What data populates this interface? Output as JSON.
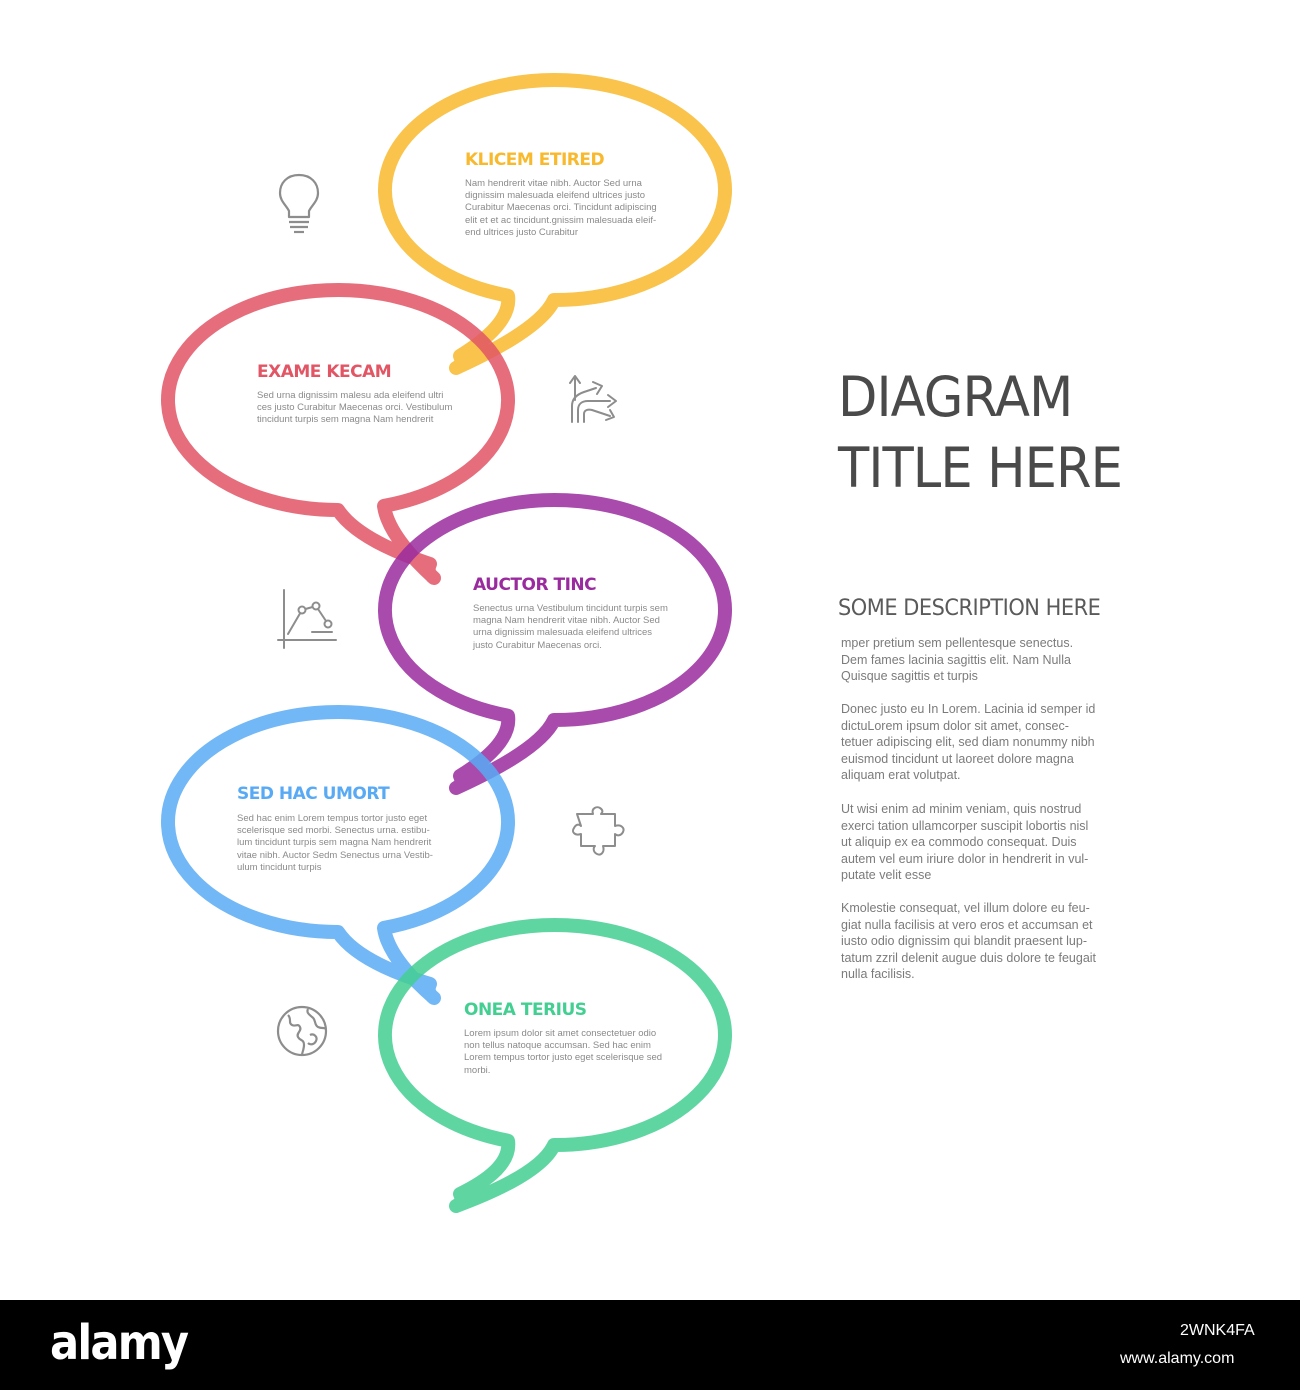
{
  "title": "DIAGRAM\nTITLE HERE",
  "description": {
    "heading": "SOME DESCRIPTION HERE",
    "paragraphs": [
      "mper pretium sem pellentesque senectus.\nDem fames lacinia sagittis elit. Nam Nulla\nQuisque sagittis et turpis",
      "Donec justo eu In Lorem. Lacinia id semper id\ndictuLorem ipsum dolor sit amet, consec-\ntetuer adipiscing elit, sed diam nonummy nibh\neuismod tincidunt ut laoreet dolore magna\naliquam erat volutpat.",
      "Ut wisi enim ad minim veniam, quis nostrud\nexerci tation ullamcorper suscipit lobortis nisl\nut aliquip ex ea commodo consequat. Duis\nautem vel eum iriure dolor in hendrerit in vul-\nputate velit esse",
      "Kmolestie consequat, vel illum dolore eu feu-\ngiat nulla facilisis at vero eros et accumsan et\niusto odio dignissim qui blandit praesent lup-\ntatum zzril delenit augue duis dolore te feugait\nnulla facilisis."
    ]
  },
  "steps": [
    {
      "title": "KLICEM ETIRED",
      "color": "#f8b92d",
      "icon": "lightbulb-icon",
      "text": "Nam hendrerit vitae nibh. Auctor Sed urna\ndignissim malesuada eleifend ultrices justo\nCurabitur Maecenas orci. Tincidunt adipiscing\nelit et et ac tincidunt.gnissim malesuada eleif-\nend ultrices justo Curabitur"
    },
    {
      "title": "EXAME KECAM",
      "color": "#e25565",
      "icon": "arrows-split-icon",
      "text": "Sed urna dignissim malesu ada eleifend ultri\nces justo Curabitur Maecenas orci. Vestibulum\ntincidunt turpis sem magna Nam hendrerit"
    },
    {
      "title": "AUCTOR TINC",
      "color": "#9a2b9f",
      "icon": "line-chart-icon",
      "text": "Senectus urna Vestibulum tincidunt turpis sem\nmagna Nam hendrerit vitae nibh. Auctor Sed\nurna dignissim malesuada eleifend ultrices\njusto Curabitur Maecenas orci."
    },
    {
      "title": "SED HAC UMORT",
      "color": "#59aaf4",
      "icon": "puzzle-icon",
      "text": "Sed hac enim Lorem tempus tortor justo eget\nscelerisque sed morbi. Senectus urna. estibu-\nlum tincidunt turpis sem magna Nam hendrerit\nvitae nibh. Auctor Sedm Senectus urna Vestib-\nulum tincidunt turpis"
    },
    {
      "title": "ONEA TERIUS",
      "color": "#43cf92",
      "icon": "globe-icon",
      "text": "Lorem ipsum dolor sit amet consectetuer odio\nnon tellus natoque accumsan. Sed hac enim\nLorem tempus tortor justo eget scelerisque sed\nmorbi."
    }
  ],
  "footer": {
    "brand": "alamy",
    "image_id": "2WNK4FA",
    "url": "www.alamy.com"
  }
}
